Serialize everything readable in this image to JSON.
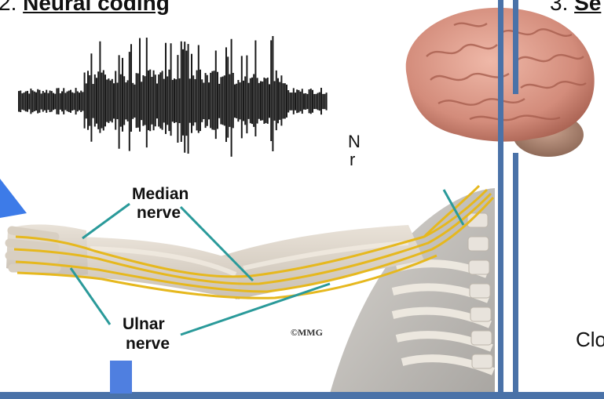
{
  "heading_left": {
    "number": "2.",
    "title": "Neural coding"
  },
  "heading_right": {
    "number": "3.",
    "title": "Se"
  },
  "arm_figure": {
    "label_median_line1": "Median",
    "label_median_line2": "nerve",
    "label_ulnar_line1": "Ulnar",
    "label_ulnar_line2": "nerve",
    "copyright": "©MMG"
  },
  "fragments": {
    "n": "N",
    "r": "r",
    "clo": "Clo"
  },
  "colors": {
    "frame_blue": "#4a72a8",
    "arrow_blue": "#3d7be8",
    "nerve_yellow": "#e6b81e",
    "brain_pink": "#d99a8a"
  },
  "icons": {
    "brain": "brain-icon",
    "spike_train": "waveform-icon",
    "arrow": "arrow-icon"
  }
}
